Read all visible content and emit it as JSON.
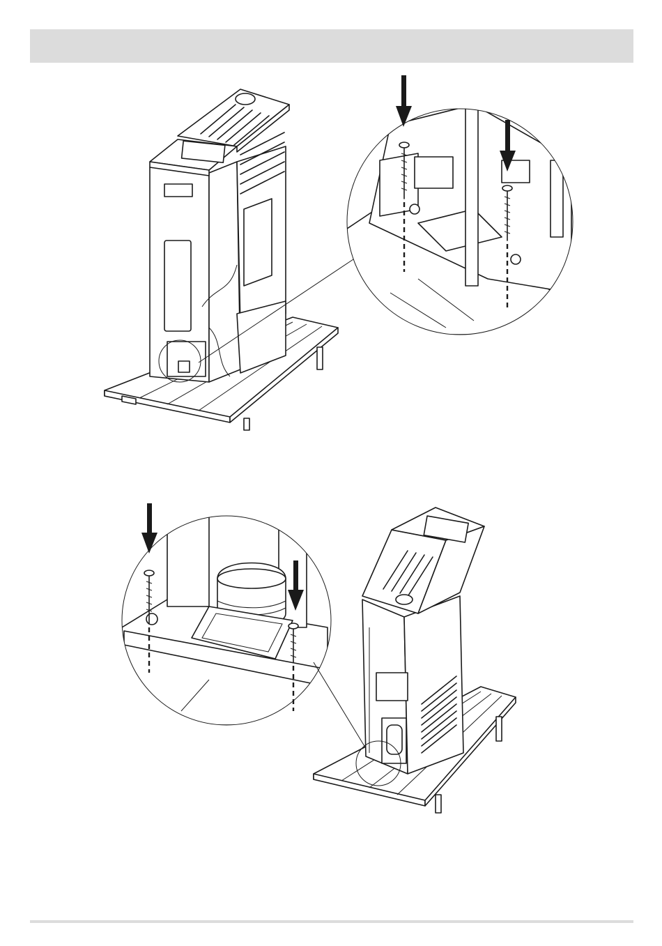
{
  "page": {
    "header_text": "",
    "footer_text": ""
  },
  "figures": [
    {
      "id": "fig-1",
      "subject": "stove-rear-view-on-pallet",
      "detail": "rear-fixing-screws"
    },
    {
      "id": "fig-2",
      "subject": "stove-front-view-on-pallet",
      "detail": "front-fixing-screws"
    }
  ],
  "icons": [
    "down-arrow-icon",
    "screw-icon",
    "dashed-axis-line"
  ]
}
